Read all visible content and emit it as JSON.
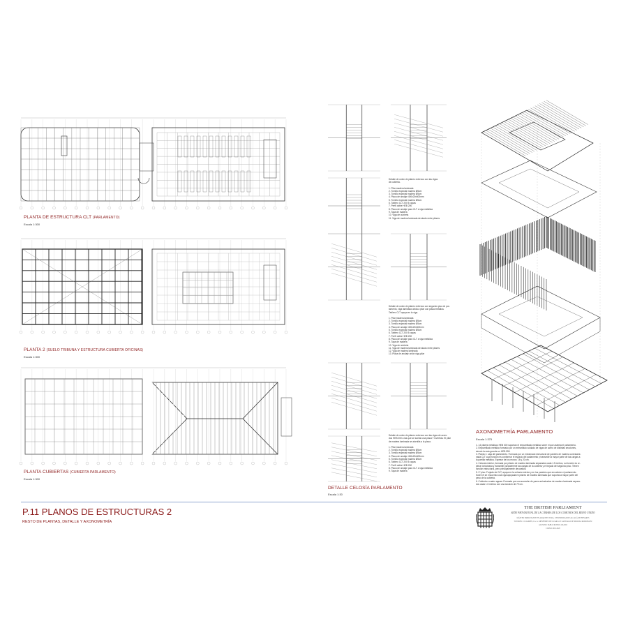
{
  "sheet": {
    "title": "P.11 PLANOS DE ESTRUCTURAS 2",
    "subtitle": "RESTO DE PLANTAS, DETALLE Y AXONOMETRÍA",
    "accent_color": "#8b1a1a",
    "divider_color": "#8fa6d0"
  },
  "plans": [
    {
      "title": "PLANTA DE ESTRUCTURA CLT",
      "note": "(PARLAMENTO)",
      "scale": "Escala 1:300"
    },
    {
      "title": "PLANTA 2",
      "note": "(SUELO TRIBUNA Y ESTRUCTURA CUBIERTA OFICINAS)",
      "scale": "Escala 1:300"
    },
    {
      "title": "PLANTA CUBIERTAS",
      "note": "(CUBIERTA PARLAMENTO)",
      "scale": "Escala 1:300"
    }
  ],
  "detail": {
    "title": "DETALLE CELOSÍA PARLAMENTO",
    "scale": "Escala 1:30",
    "notes": [
      {
        "intro": [
          "Detalle de unión de pilares externos con las vigas",
          "de cubierta."
        ],
        "items": [
          "1. Pilar madera laminada",
          "2. Tornillo especial madera Ø5cm",
          "3. Tornillo especial madera Ø5cm",
          "4. Placa de anclaje 400x20x600mm",
          "5. Tornillo especial madera Ø5cm",
          "6. Tablero CLT 200 5 capas",
          "7. Perfil doble HEB 200",
          "8. Placa de anclaje para CLT a viga metálica",
          "9. Tapa de madera",
          "10. Viga de cubierta",
          "11. Viga de madera laminada de atado entre pilares"
        ]
      },
      {
        "intro": [
          "Detalle de unión de pilares externos con segundo piso de por-",
          "tamento, viga laminada unida a pilar con placa metálica.",
          "Tablero CLT apoya en la viga."
        ],
        "items": [
          "1. Pilar madera laminada",
          "2. Tornillo especial madera Ø5cm",
          "3. Tornillo especial madera Ø5cm",
          "4. Placa de anclaje 400x20x600mm",
          "5. Tornillo especial madera Ø5cm",
          "6. Tablero CLT 200 5 capas",
          "7. Perfil doble HEB 200",
          "8. Placa de anclaje para CLT a viga metálica",
          "9. Tapa de madera",
          "10. Viga de cubierta",
          "11. Viga de madera laminada de atado entre pilares",
          "12. Viga de madera laminada",
          "13. Placa de anclaje unión viga-pilar"
        ]
      },
      {
        "intro": [
          "Detalle de unión de pilares externos con las vigas de acero",
          "dos HEB 200 a las que se suelda una placa T invertida. El pilar",
          "de madera laminada se atornilla a la placa."
        ],
        "items": [
          "1. Pilar madera laminada",
          "2. Tornillo especial madera Ø5cm",
          "3. Tornillo especial madera Ø5cm",
          "4. Placa de anclaje 400x20x600mm",
          "5. Tornillo especial madera Ø5cm",
          "6. Tablero CLT 200 5 capas",
          "7. Perfil doble HEB 200",
          "8. Placa de anclaje para CLT a viga metálica",
          "9. Tapa de madera"
        ]
      }
    ]
  },
  "axonometry": {
    "title": "AXONOMETRÍA PARLAMENTO",
    "scale": "Escala 1:375",
    "notes": [
      "1. 14 pilares metálicos HEB 300 soportan el emparrillado metálico sobre el que asienta el parlamento.",
      "2. Emparrillado metálico formado por un entramado soldado de vigas de acero de distintas secciones,",
      "siendo la más grande un HEB 550.",
      "3. Planta 1: caja del parlamento. Formada por un entramado estructural de paneles de madera contralami-",
      "nada CLT cuya función es conformar el espacio del parlamento y transmitir la mayor parte de las cargas a",
      "la parrilla metálica. Espesor de los muros: 16 y 20 cm.",
      "4. Celosía exterior, formada por pilares de madera laminada separados cada 1.5 metros, su función es or-",
      "denar la fachada y transmitir parcialmente las cargas de la cubierta y el forjado del segundo piso. Tienen",
      "función estructural, pero principalmente decorativa.",
      "5. 2º piso: Forjado de CLT, apoya en la celosía exterior y en los paredes que envuelven el parlamento.",
      "Sobre él se encuentra una viga apoyada en pilares de madera laminada que soporta la mayor parte del",
      "peso de la cubierta.",
      "6. Cubierta a cuatro aguas: Formada por una sucesión de pares arriostrados de madera laminada separa-",
      "dos cada 1.5 metros con una sección de 79 cm."
    ]
  },
  "branding": {
    "name": "THE BRITISH PARLIAMENT",
    "tagline": "SEDE PROVISIONAL DE LA CÁMARA DE LOS COMUNES DEL REINO UNIDO",
    "lines": [
      "MÁSTER HABILITANTE EN ARQUITECTURA. UNIVERSIDAD DE ALCALÁ DE HENARES",
      "TUTORES: J.J. RAMÓN, J.A. G. MENÉNDEZ DE LUARCA Y SANTIAGO DE MOLINA RODRÍGUEZ",
      "ALUMNO: PABLO RUBIO LOZANO",
      "CURSO 2019-2020"
    ],
    "logo": "portcullis-crest"
  }
}
